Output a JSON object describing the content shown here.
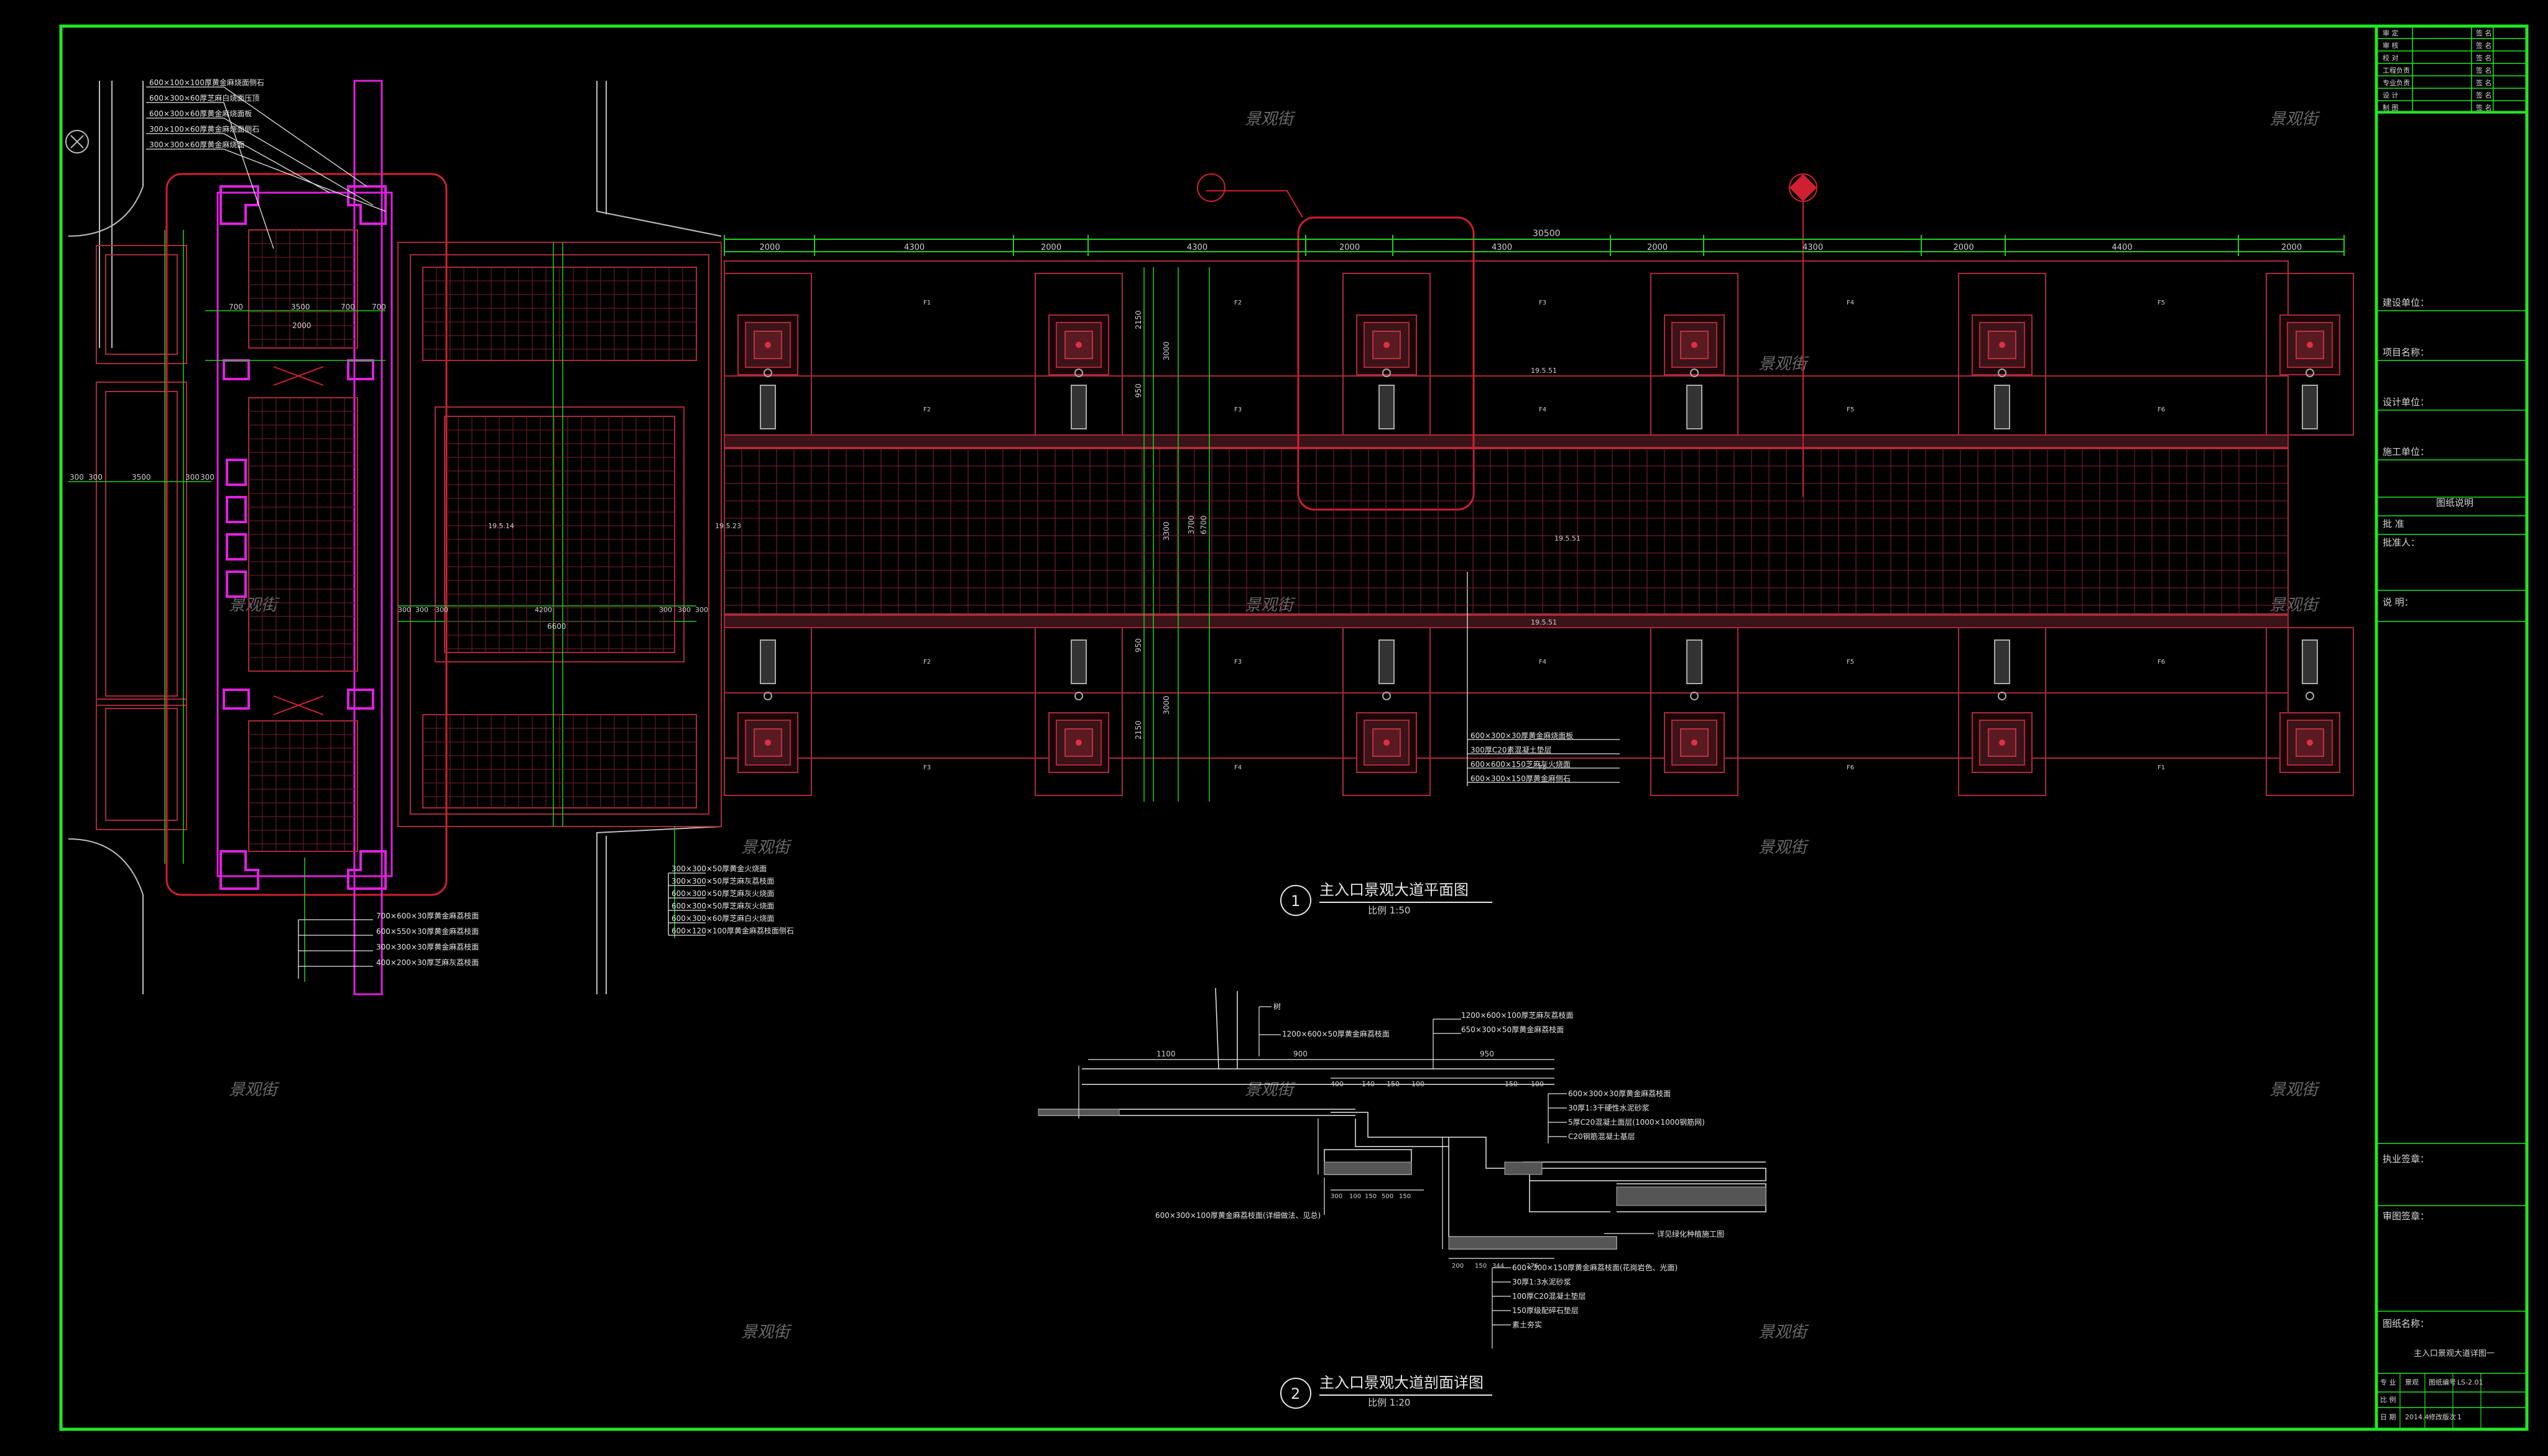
{
  "title_block": {
    "rev_rows": [
      [
        "审 定",
        "",
        "签 名"
      ],
      [
        "审 核",
        "",
        "签 名"
      ],
      [
        "校 对",
        "",
        "签 名"
      ],
      [
        "工程负责",
        "",
        "签 名"
      ],
      [
        "专业负责",
        "",
        "签 名"
      ],
      [
        "设 计",
        "",
        "签 名"
      ],
      [
        "制 图",
        "",
        "签 名"
      ]
    ],
    "build_unit": "建设单位：",
    "project_name": "项目名称：",
    "design_unit": "设计单位：",
    "construction_unit": "施工单位：",
    "drawing_notes": "图纸说明",
    "approve": "批 准",
    "approved_by": "批准人：",
    "notes": "说 明：",
    "exec_seal": "执业签章：",
    "review_seal": "审图签章：",
    "drawing_name_label": "图纸名称：",
    "drawing_name": "主入口景观大道详图一",
    "footer_r1": [
      "专 业",
      "景观",
      "图纸编号",
      "LS-2.01"
    ],
    "footer_r2": [
      "比 例",
      "",
      "",
      ""
    ],
    "footer_r3": [
      "日 期",
      "2014.4",
      "修改版次",
      "1"
    ]
  },
  "watermark": "景观街",
  "plan": {
    "circle_no": "1",
    "title": "主入口景观大道平面图",
    "scale": "比例 1:50",
    "top_dims": [
      "2000",
      "4300",
      "2000",
      "4300",
      "2000",
      "4300",
      "2000",
      "4300",
      "2000",
      "4400",
      "2000"
    ],
    "total_dim": "30500",
    "left_dims_top": [
      "700",
      "3500",
      "700",
      "700"
    ],
    "left_dims_row": [
      "300",
      "300",
      "3500",
      "300",
      "300"
    ],
    "left_dim_mid": "2000",
    "mid_dims_bottom": [
      "300",
      "300",
      "300",
      "4200",
      "300",
      "300",
      "300"
    ],
    "mid_dim_total": "6600",
    "vert_dims": [
      "2150",
      "3000",
      "950",
      "3300",
      "3700",
      "6700",
      "950",
      "3000",
      "2150"
    ],
    "elev_marks": [
      "19.5.14",
      "19.5.23",
      "19.5.51",
      "19.5.51",
      "19.5.51"
    ],
    "callouts_topleft": [
      "600×100×100厚黄金麻烧面侧石",
      "600×300×60厚芝麻白烧面压顶",
      "600×300×60厚黄金麻烧面板",
      "300×100×60厚黄金麻烧面侧石",
      "300×300×60厚黄金麻烧面"
    ],
    "callouts_right": [
      "600×300×30厚黄金麻烧面板",
      "300厚C20素混凝土垫层",
      "600×600×150芝麻灰火烧面",
      "600×300×150厚黄金麻侧石"
    ],
    "callouts_midbottom": [
      "300×300×50厚黄金火烧面",
      "300×300×50厚芝麻灰荔枝面",
      "600×300×50厚芝麻灰火烧面",
      "600×300×50厚芝麻灰火烧面",
      "600×300×60厚芝麻白火烧面",
      "600×120×100厚黄金麻荔枝面侧石"
    ],
    "callouts_bottomleft": [
      "700×600×30厚黄金麻荔枝面",
      "600×550×30厚黄金麻荔枝面",
      "300×300×30厚黄金麻荔枝面",
      "400×200×30厚芝麻灰荔枝面"
    ],
    "cell_labels": [
      "F1",
      "F2",
      "F3",
      "F4",
      "F5",
      "F6"
    ]
  },
  "section": {
    "circle_no": "2",
    "title": "主入口景观大道剖面详图",
    "scale": "比例 1:20",
    "dims_top": [
      "1100",
      "900",
      "950"
    ],
    "dims_mid": [
      "400",
      "140",
      "150",
      "100",
      "150",
      "100"
    ],
    "dims_bottom": [
      "300",
      "100",
      "150",
      "500",
      "150",
      "200",
      "150",
      "344",
      "276"
    ],
    "callouts_top": [
      "树",
      "1200×600×50厚黄金麻荔枝面",
      "1200×600×100厚芝麻灰荔枝面",
      "650×300×50厚黄金麻荔枝面"
    ],
    "callouts_right": [
      "600×300×30厚黄金麻荔枝面",
      "30厚1:3干硬性水泥砂浆",
      "5厚C20混凝土面层(1000×1000钢筋网)",
      "C20钢筋混凝土基层"
    ],
    "callout_left": "600×300×100厚黄金麻荔枝面(详细做法、见总)",
    "callout_mid": "详见绿化种植施工图",
    "callouts_bottom": [
      "600×300×150厚黄金麻荔枝面(花岗岩色、光面)",
      "30厚1:3水泥砂浆",
      "100厚C20混凝土垫层",
      "150厚级配碎石垫层",
      "素土夯实"
    ]
  },
  "colors": {
    "frame": "#22e622",
    "magenta": "#e020e0",
    "red": "#d02030",
    "dim_green": "#22cc22",
    "white": "#e8e8e8",
    "paving": "#aa2a3a"
  }
}
